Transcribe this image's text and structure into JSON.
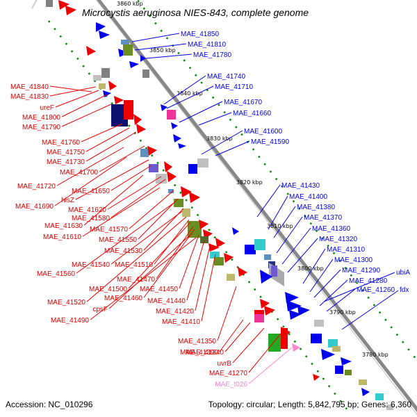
{
  "title": "Microcystis aeruginosa NIES-843, complete genome",
  "footer": {
    "accession": "Accession: NC_010296",
    "topology": "Topology: circular; Length: 5,842,795 bp; Genes: 6,360"
  },
  "colors": {
    "forward": "#ee0000",
    "reverse": "#0000ee",
    "rna": "#ff88cc",
    "backbone": "#808080",
    "tick": "#008800"
  },
  "scale_ticks": [
    "3860 kbp",
    "3850 kbp",
    "3840 kbp",
    "3830 kbp",
    "3820 kbp",
    "3810 kbp",
    "3800 kbp",
    "3790 kbp",
    "3780 kbp"
  ],
  "left_labels": [
    "MAE_41840",
    "MAE_41830",
    "ureF",
    "MAE_41800",
    "MAE_41790",
    "MAE_41760",
    "MAE_41750",
    "MAE_41730",
    "MAE_41700",
    "MAE_41720",
    "MAE_41650",
    "hisZ",
    "MAE_41690",
    "MAE_41620",
    "MAE_41580",
    "MAE_41630",
    "MAE_41570",
    "MAE_41610",
    "MAE_41550",
    "MAE_41530",
    "MAE_41540",
    "MAE_41510",
    "MAE_41560",
    "MAE_41470",
    "MAE_41500",
    "MAE_41450",
    "MAE_41460",
    "MAE_41520",
    "cpsF",
    "MAE_41440",
    "MAE_41490",
    "MAE_41420",
    "MAE_41410",
    "MAE_41350",
    "MAE_41390",
    "MAE_41340",
    "uvrB",
    "MAE_41270",
    "MAE_t026"
  ],
  "right_labels": [
    "MAE_41850",
    "MAE_41810",
    "MAE_41780",
    "MAE_41740",
    "MAE_41710",
    "MAE_41670",
    "MAE_41660",
    "MAE_41600",
    "MAE_41590",
    "MAE_41430",
    "MAE_41400",
    "MAE_41380",
    "MAE_41370",
    "MAE_41360",
    "MAE_41320",
    "MAE_41310",
    "MAE_41300",
    "MAE_41290",
    "ubiA",
    "MAE_41280",
    "MAE_41260",
    "fdx"
  ]
}
